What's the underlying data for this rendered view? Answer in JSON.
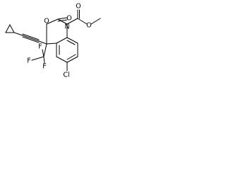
{
  "molecule": {
    "atoms": {
      "ring_oxygen": "O",
      "carbonyl_oxygen": "O",
      "ester_carbonyl_oxygen": "O",
      "ester_oxygen": "O",
      "ring_nitrogen": "N",
      "fluorine_top": "F",
      "fluorine_left": "F",
      "fluorine_bottom": "F",
      "chlorine": "Cl"
    },
    "colors": {
      "bond": "#000000",
      "label": "#000000",
      "background": "#ffffff"
    }
  }
}
